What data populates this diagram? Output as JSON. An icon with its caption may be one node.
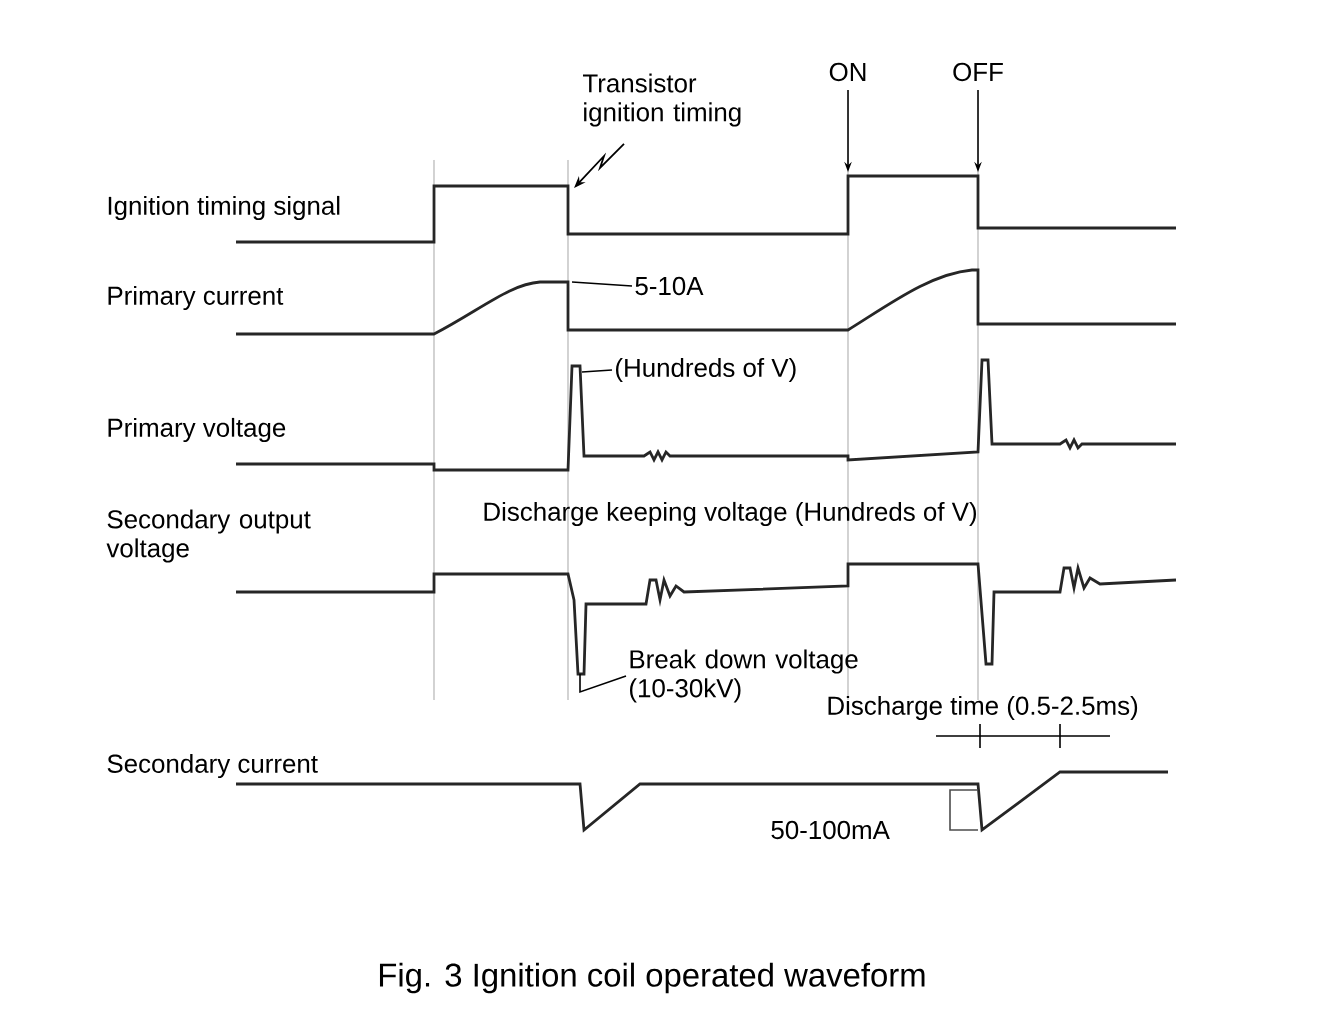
{
  "diagram": {
    "caption": "Fig. 3   Ignition coil operated waveform",
    "nodes": [
      {
        "text": [
          "5-10A"
        ]
      },
      {
        "text": [
          "(Hundreds of V)"
        ]
      },
      {
        "text": [
          "Break down voltage (10-30kV)"
        ]
      }
    ],
    "edges": [
      {
        "from": 0,
        "to": null,
        "arrow": "none"
      },
      {
        "from": 1,
        "to": null,
        "arrow": "none"
      },
      {
        "from": 2,
        "to": null,
        "arrow": "none"
      }
    ],
    "labels": [
      "Ignition timing signal",
      "Transistor ignition timing",
      "ON",
      "OFF",
      "Primary current",
      "Primary voltage",
      "Secondary output voltage",
      "Discharge keeping voltage (Hundreds of V)",
      "Discharge time (0.5-2.5ms)",
      "Secondary current",
      "50-100mA"
    ]
  }
}
